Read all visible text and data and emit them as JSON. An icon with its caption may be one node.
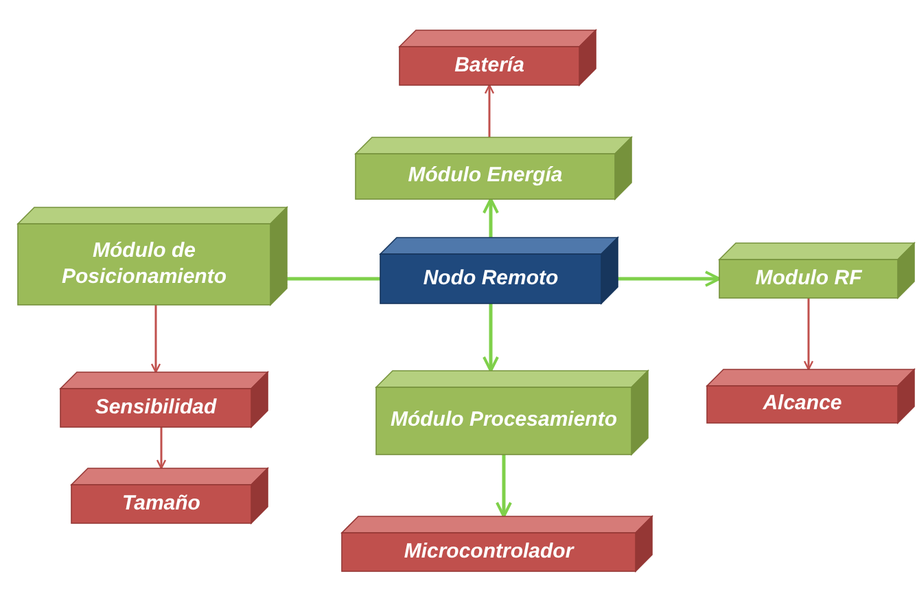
{
  "diagram": {
    "nodes": [
      {
        "text": [
          "Batería"
        ]
      },
      {
        "text": [
          "Módulo Energía"
        ]
      },
      {
        "text": [
          "Módulo de Posicionamiento"
        ]
      },
      {
        "text": [
          "Nodo Remoto"
        ]
      },
      {
        "text": [
          "Modulo RF"
        ]
      },
      {
        "text": [
          "Sensibilidad"
        ]
      },
      {
        "text": [
          "Módulo Procesamiento"
        ]
      },
      {
        "text": [
          "Alcance"
        ]
      },
      {
        "text": [
          "Tamaño"
        ]
      },
      {
        "text": [
          "Microcontrolador"
        ]
      }
    ],
    "edges": [
      {
        "from": 3,
        "to": 1,
        "arrow": "to"
      },
      {
        "from": 3,
        "to": 2,
        "arrow": "to"
      },
      {
        "from": 3,
        "to": 4,
        "arrow": "to"
      },
      {
        "from": 3,
        "to": 6,
        "arrow": "to"
      },
      {
        "from": 1,
        "to": 0,
        "arrow": "to",
        "color": "#c0504d"
      },
      {
        "from": 2,
        "to": 5,
        "arrow": "to",
        "color": "#c0504d"
      },
      {
        "from": 5,
        "to": 8,
        "arrow": "to",
        "color": "#c0504d"
      },
      {
        "from": 4,
        "to": 7,
        "arrow": "to",
        "color": "#c0504d"
      },
      {
        "from": 6,
        "to": 9,
        "arrow": "to"
      }
    ]
  }
}
